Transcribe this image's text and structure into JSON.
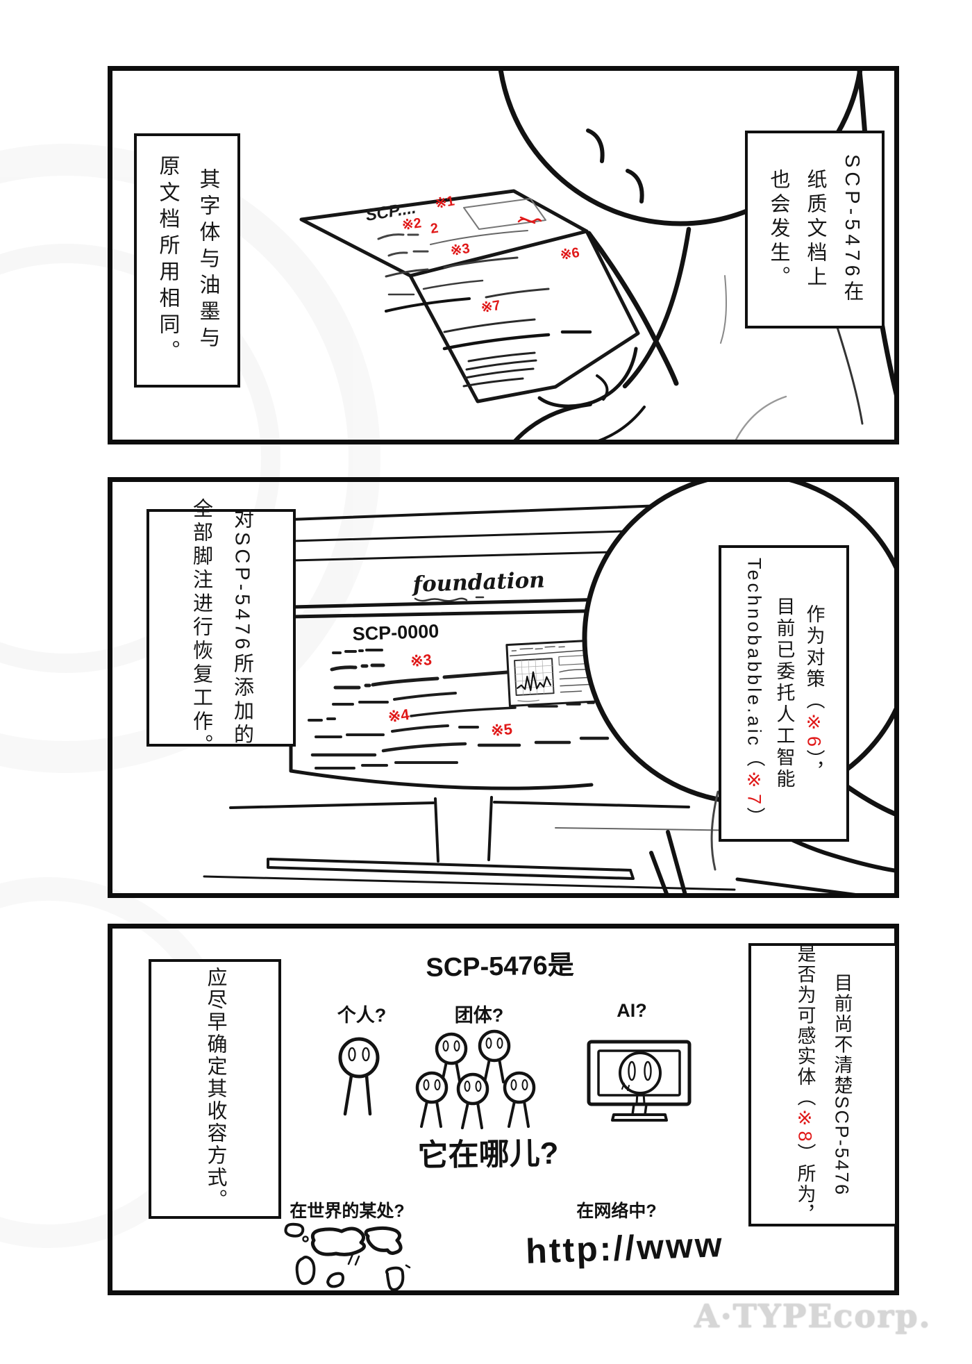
{
  "page": {
    "watermark": "A·TYPEcorp."
  },
  "colors": {
    "ink": "#141414",
    "red": "#e01818",
    "watermark": "#d6d6d6"
  },
  "panel1": {
    "right_note": {
      "col1": "SCP-5476在",
      "col2": "纸质文档上",
      "col3": "也会发生。"
    },
    "left_note": {
      "col1": "其字体与油墨与",
      "col2": "原文档所用相同。"
    },
    "paper": {
      "header": "SCP....",
      "refs": [
        "※1",
        "※2",
        "2",
        "※3",
        "※6",
        "※7"
      ]
    }
  },
  "panel2": {
    "left_note": {
      "col1": "对SCP-5476所添加的",
      "col2": "全部脚注进行恢复工作。"
    },
    "right_note": {
      "col1_pre": "作为对策（",
      "col1_ref": "※6",
      "col1_post": "），",
      "col2": "目前已委托人工智能",
      "col3_pre": "Technobabble.aic（",
      "col3_ref": "※7",
      "col3_post": "）"
    },
    "screen": {
      "site": "foundation",
      "doc": "SCP-0000",
      "refs": [
        "※3",
        "※4",
        "※5"
      ]
    }
  },
  "panel3": {
    "title": "SCP-5476是",
    "option_individual": "个人?",
    "option_group": "团体?",
    "option_ai": "AI?",
    "question": "它在哪儿?",
    "loc_world": "在世界的某处?",
    "loc_net": "在网络中?",
    "url": "http://www",
    "right_note": {
      "col1": "目前尚不清楚SCP-5476",
      "col2_pre": "是否为可感实体（",
      "col2_ref": "※8",
      "col2_post": "）所为，"
    },
    "left_note": {
      "col1": "应尽早确定其收容方式。"
    }
  }
}
